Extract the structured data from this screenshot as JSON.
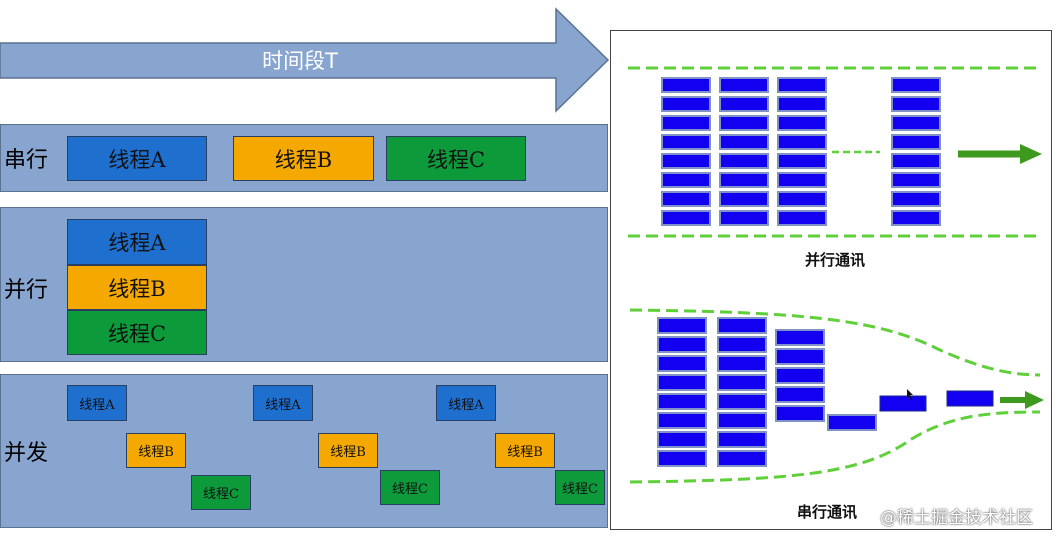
{
  "arrow": {
    "label": "时间段T"
  },
  "colors": {
    "thread_a": "#1f6fcf",
    "thread_b": "#f5a800",
    "thread_c": "#0c9a3a",
    "panel": "#87a5cf",
    "packet": "#1400f0",
    "lane": "#5fcf3a"
  },
  "rows": {
    "serial": {
      "label": "串行",
      "blocks": [
        "线程A",
        "线程B",
        "线程C"
      ]
    },
    "parallel": {
      "label": "并行",
      "blocks": [
        "线程A",
        "线程B",
        "线程C"
      ]
    },
    "concurrent": {
      "label": "并发",
      "blocks": [
        "线程A",
        "线程A",
        "线程A",
        "线程B",
        "线程B",
        "线程B",
        "线程C",
        "线程C",
        "线程C"
      ]
    }
  },
  "right_panel": {
    "top_caption": "并行通讯",
    "bottom_caption": "串行通讯",
    "watermark": "@稀土掘金技术社区"
  }
}
